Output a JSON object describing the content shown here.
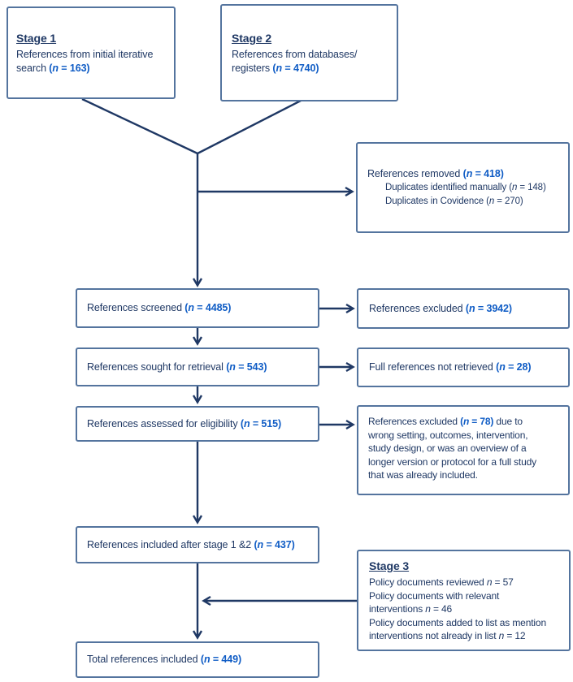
{
  "palette": {
    "navy": "#1f3864",
    "blue": "#0f5cc5",
    "border": "#54749e",
    "line": "#1f3864",
    "bg": "#ffffff"
  },
  "boxes": {
    "stage1": {
      "lines": [
        {
          "cls": "heading",
          "segs": [
            {
              "t": "Stage 1",
              "c": "hd"
            }
          ]
        },
        {
          "segs": [
            {
              "t": "References from initial iterative"
            }
          ]
        },
        {
          "segs": [
            {
              "t": "search "
            },
            {
              "t": "(",
              "c": "b"
            },
            {
              "t": "n",
              "c": "bi"
            },
            {
              "t": " = 163)",
              "c": "b"
            }
          ]
        }
      ]
    },
    "stage2": {
      "lines": [
        {
          "cls": "heading",
          "segs": [
            {
              "t": "Stage 2",
              "c": "hd"
            }
          ]
        },
        {
          "segs": [
            {
              "t": "References from databases/"
            }
          ]
        },
        {
          "segs": [
            {
              "t": "registers "
            },
            {
              "t": "(",
              "c": "b"
            },
            {
              "t": "n",
              "c": "bi"
            },
            {
              "t": " = 4740)",
              "c": "b"
            }
          ]
        }
      ]
    },
    "removed": {
      "lines": [
        {
          "segs": [
            {
              "t": "References removed "
            },
            {
              "t": "(",
              "c": "b"
            },
            {
              "t": "n",
              "c": "bi"
            },
            {
              "t": " = 418)",
              "c": "b"
            }
          ]
        },
        {
          "cls": "indent sm",
          "segs": [
            {
              "t": "Duplicates identified manually ("
            },
            {
              "t": "n",
              "c": "ni"
            },
            {
              "t": " = 148)"
            }
          ]
        },
        {
          "cls": "indent sm",
          "segs": [
            {
              "t": "Duplicates in Covidence ("
            },
            {
              "t": "n",
              "c": "ni"
            },
            {
              "t": " = 270)"
            }
          ]
        }
      ]
    },
    "screened": {
      "lines": [
        {
          "segs": [
            {
              "t": "References screened "
            },
            {
              "t": "(",
              "c": "b"
            },
            {
              "t": "n",
              "c": "bi"
            },
            {
              "t": " = 4485)",
              "c": "b"
            }
          ]
        }
      ]
    },
    "excluded_a": {
      "lines": [
        {
          "segs": [
            {
              "t": "References excluded "
            },
            {
              "t": "(",
              "c": "b"
            },
            {
              "t": "n",
              "c": "bi"
            },
            {
              "t": " = 3942)",
              "c": "b"
            }
          ]
        }
      ]
    },
    "sought": {
      "lines": [
        {
          "segs": [
            {
              "t": "References sought for retrieval "
            },
            {
              "t": "(",
              "c": "b"
            },
            {
              "t": "n",
              "c": "bi"
            },
            {
              "t": " = 543)",
              "c": "b"
            }
          ]
        }
      ]
    },
    "not_retrieved": {
      "lines": [
        {
          "segs": [
            {
              "t": "Full references not retrieved "
            },
            {
              "t": "(",
              "c": "b"
            },
            {
              "t": "n",
              "c": "bi"
            },
            {
              "t": " = 28)",
              "c": "b"
            }
          ]
        }
      ]
    },
    "assessed": {
      "lines": [
        {
          "segs": [
            {
              "t": "References assessed for eligibility "
            },
            {
              "t": "(",
              "c": "b"
            },
            {
              "t": "n",
              "c": "bi"
            },
            {
              "t": " = 515)",
              "c": "b"
            }
          ]
        }
      ]
    },
    "excluded_b": {
      "lines": [
        {
          "cls": "tight",
          "segs": [
            {
              "t": "References excluded "
            },
            {
              "t": "(",
              "c": "b"
            },
            {
              "t": "n",
              "c": "bi"
            },
            {
              "t": " = 78)",
              "c": "b"
            },
            {
              "t": " due to"
            }
          ]
        },
        {
          "cls": "tight",
          "segs": [
            {
              "t": "wrong setting, outcomes, intervention,"
            }
          ]
        },
        {
          "cls": "tight",
          "segs": [
            {
              "t": "study design, or was an overview of a"
            }
          ]
        },
        {
          "cls": "tight",
          "segs": [
            {
              "t": "longer version or protocol for a full study"
            }
          ]
        },
        {
          "cls": "tight",
          "segs": [
            {
              "t": "that was already included."
            }
          ]
        }
      ]
    },
    "included": {
      "lines": [
        {
          "segs": [
            {
              "t": "References included after stage 1 &2 "
            },
            {
              "t": "(",
              "c": "b"
            },
            {
              "t": "n",
              "c": "bi"
            },
            {
              "t": " = 437)",
              "c": "b"
            }
          ]
        }
      ]
    },
    "stage3": {
      "lines": [
        {
          "cls": "heading",
          "segs": [
            {
              "t": "Stage 3",
              "c": "hd"
            }
          ]
        },
        {
          "cls": "tight",
          "segs": [
            {
              "t": "Policy documents reviewed "
            },
            {
              "t": "n",
              "c": "ni"
            },
            {
              "t": " = 57"
            }
          ]
        },
        {
          "cls": "tight",
          "segs": [
            {
              "t": "Policy documents with relevant"
            }
          ]
        },
        {
          "cls": "tight",
          "segs": [
            {
              "t": "interventions "
            },
            {
              "t": "n",
              "c": "ni"
            },
            {
              "t": " = 46"
            }
          ]
        },
        {
          "cls": "tight",
          "segs": [
            {
              "t": "Policy documents added to list as mention"
            }
          ]
        },
        {
          "cls": "tight",
          "segs": [
            {
              "t": "interventions not already in list "
            },
            {
              "t": "n",
              "c": "ni"
            },
            {
              "t": " = 12"
            }
          ]
        }
      ]
    },
    "total": {
      "lines": [
        {
          "segs": [
            {
              "t": "Total references included "
            },
            {
              "t": "(",
              "c": "b"
            },
            {
              "t": "n",
              "c": "bi"
            },
            {
              "t": " = 449)",
              "c": "b"
            }
          ]
        }
      ]
    }
  }
}
